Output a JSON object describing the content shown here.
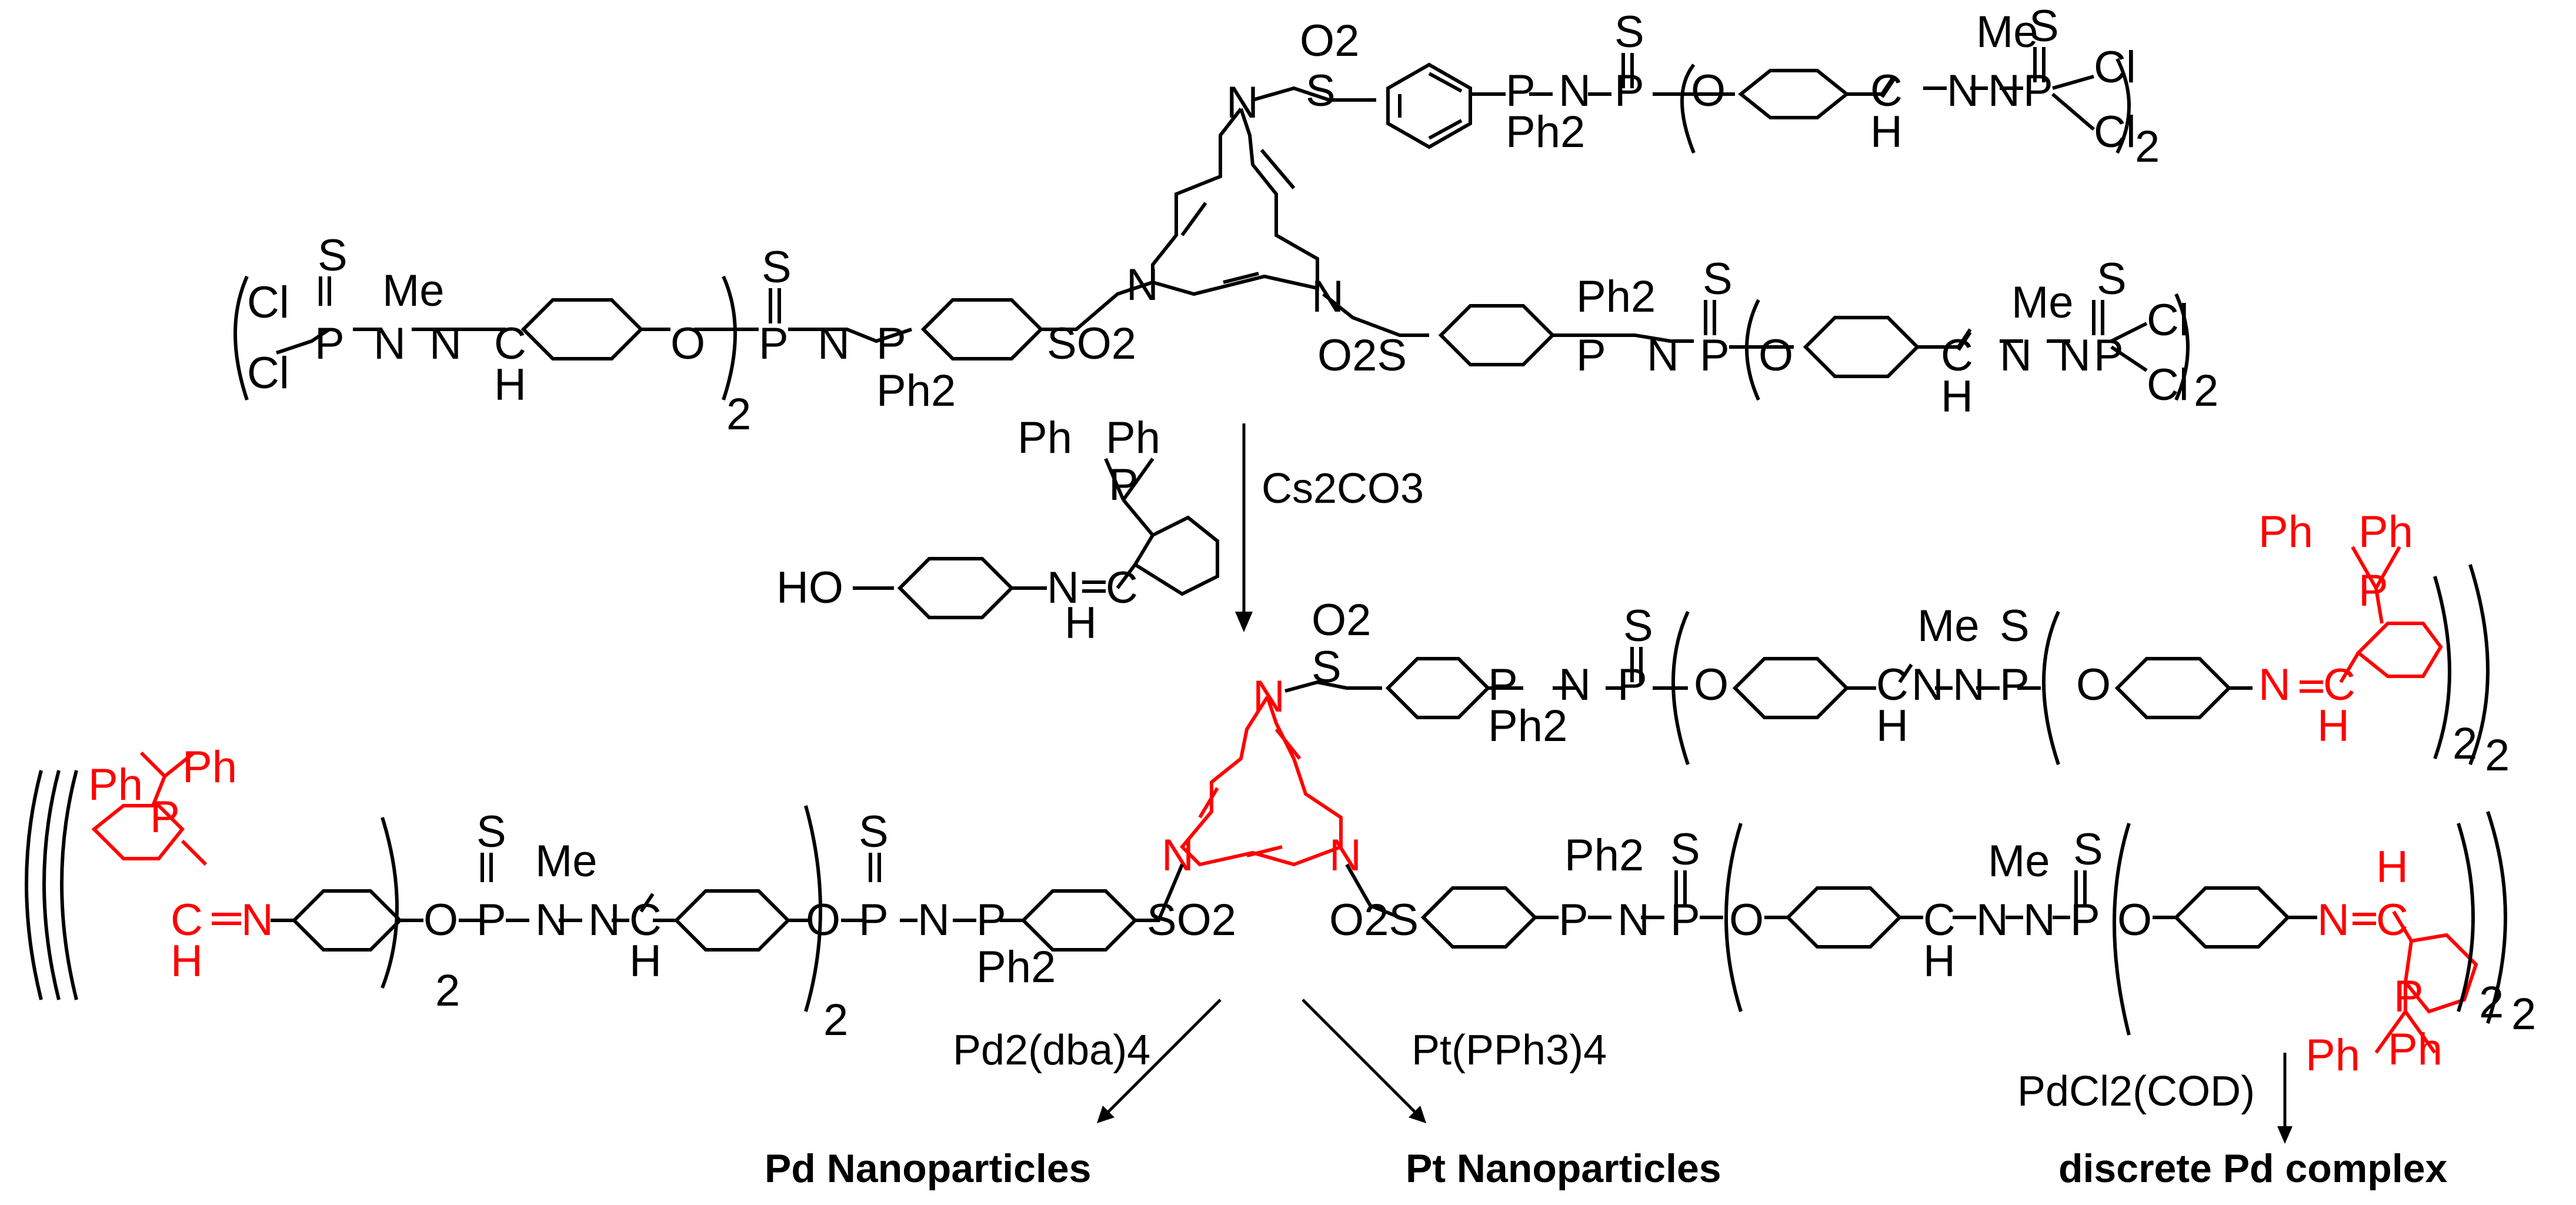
{
  "colors": {
    "black": "#000000",
    "red": "#ff0000"
  },
  "reagents": {
    "base": "Cs2CO3",
    "ligand_phenol": {
      "ho": "HO",
      "imine_n": "N",
      "imine_c": "C",
      "imine_h": "H",
      "p": "P",
      "ph1": "Ph",
      "ph2": "Ph"
    }
  },
  "atoms": {
    "n": "N",
    "s": "S",
    "o2": "O2",
    "so2": "SO2",
    "o2s": "O2S",
    "p": "P",
    "ph2": "Ph2",
    "o": "O",
    "c": "C",
    "h": "H",
    "me": "Me",
    "cl": "Cl",
    "ph": "Ph",
    "two": "2"
  },
  "conditions": {
    "pd_reagent": "Pd2(dba)4",
    "pt_reagent": "Pt(PPh3)4",
    "pdcl_reagent": "PdCl2(COD)"
  },
  "products": {
    "pd": "Pd Nanoparticles",
    "pt": "Pt Nanoparticles",
    "complex": "discrete Pd complex"
  }
}
